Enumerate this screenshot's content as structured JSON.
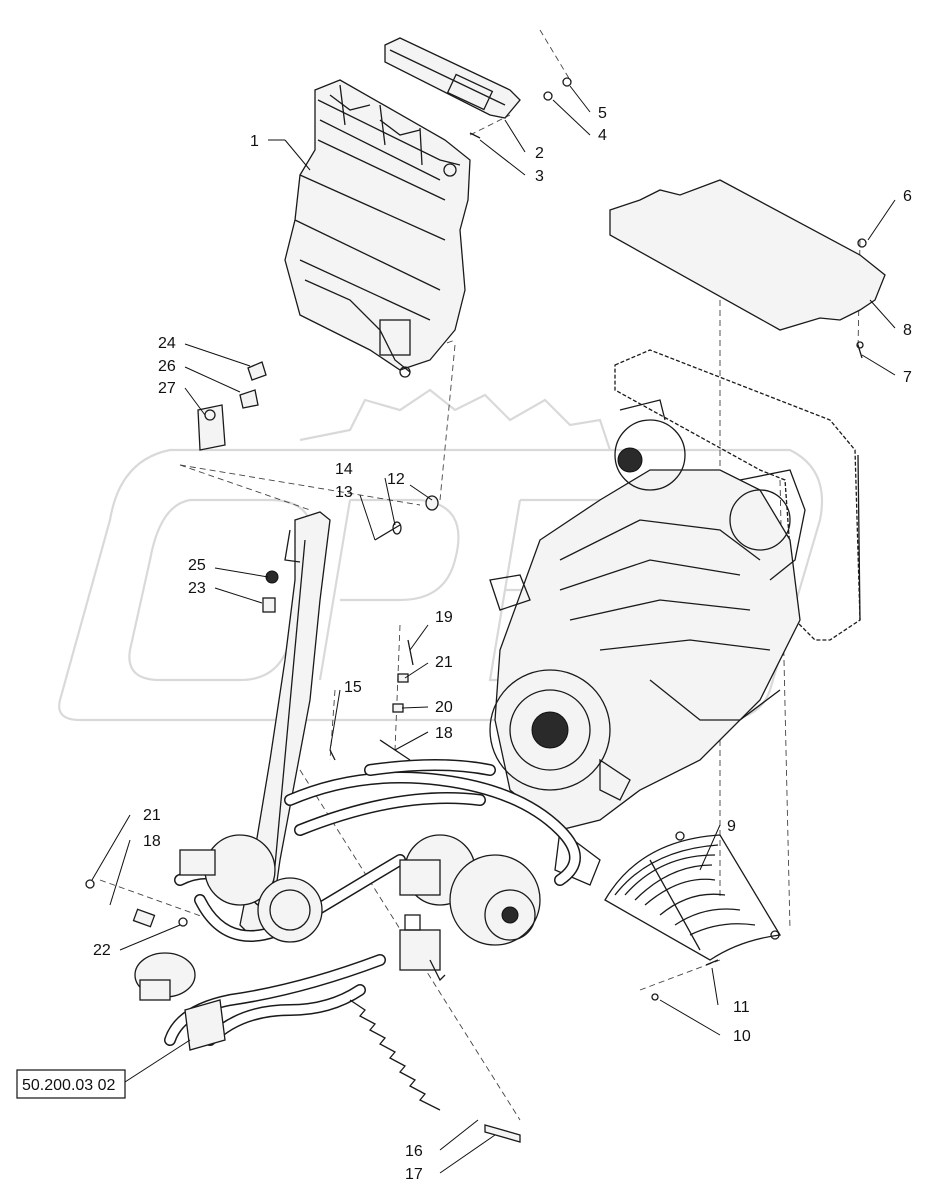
{
  "diagram": {
    "callouts": [
      {
        "id": "c1",
        "text": "1"
      },
      {
        "id": "c2",
        "text": "2"
      },
      {
        "id": "c3",
        "text": "3"
      },
      {
        "id": "c4",
        "text": "4"
      },
      {
        "id": "c5",
        "text": "5"
      },
      {
        "id": "c6",
        "text": "6"
      },
      {
        "id": "c7",
        "text": "7"
      },
      {
        "id": "c8",
        "text": "8"
      },
      {
        "id": "c9",
        "text": "9"
      },
      {
        "id": "c10",
        "text": "10"
      },
      {
        "id": "c11",
        "text": "11"
      },
      {
        "id": "c12",
        "text": "12"
      },
      {
        "id": "c13",
        "text": "13"
      },
      {
        "id": "c14",
        "text": "14"
      },
      {
        "id": "c15",
        "text": "15"
      },
      {
        "id": "c16",
        "text": "16"
      },
      {
        "id": "c17",
        "text": "17"
      },
      {
        "id": "c18a",
        "text": "18"
      },
      {
        "id": "c18b",
        "text": "18"
      },
      {
        "id": "c19",
        "text": "19"
      },
      {
        "id": "c20",
        "text": "20"
      },
      {
        "id": "c21a",
        "text": "21"
      },
      {
        "id": "c21b",
        "text": "21"
      },
      {
        "id": "c22",
        "text": "22"
      },
      {
        "id": "c23",
        "text": "23"
      },
      {
        "id": "c24",
        "text": "24"
      },
      {
        "id": "c25",
        "text": "25"
      },
      {
        "id": "c26",
        "text": "26"
      },
      {
        "id": "c27",
        "text": "27"
      }
    ],
    "reference_box": "50.200.03 02",
    "watermark_text": "OPE"
  },
  "colors": {
    "line": "#1a1a1a",
    "watermark": "#d9d9d9",
    "background": "#ffffff"
  }
}
